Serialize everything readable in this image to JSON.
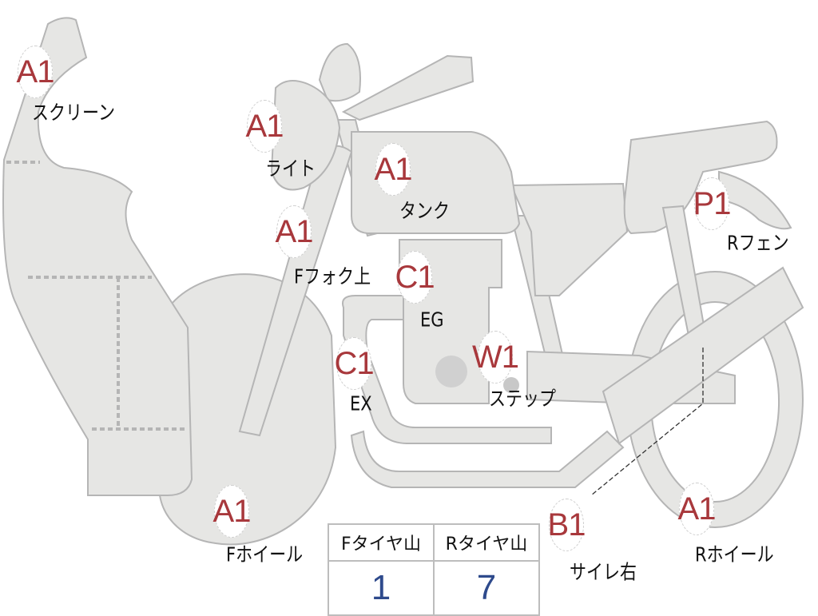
{
  "colors": {
    "part_fill": "#e6e6e4",
    "part_stroke": "#b5b5b5",
    "grade_text": "#a8383c",
    "value_text": "#2e4a8c"
  },
  "parts": [
    {
      "name": "screen",
      "grade": "A1",
      "label": "スクリーン"
    },
    {
      "name": "light",
      "grade": "A1",
      "label": "ライト"
    },
    {
      "name": "tank",
      "grade": "A1",
      "label": "タンク"
    },
    {
      "name": "front-fork-upper",
      "grade": "A1",
      "label": "Fフォク上"
    },
    {
      "name": "engine",
      "grade": "C1",
      "label": "EG"
    },
    {
      "name": "exhaust",
      "grade": "C1",
      "label": "EX"
    },
    {
      "name": "step",
      "grade": "W1",
      "label": "ステップ"
    },
    {
      "name": "rear-fender",
      "grade": "P1",
      "label": "Rフェン"
    },
    {
      "name": "front-wheel",
      "grade": "A1",
      "label": "Fホイール"
    },
    {
      "name": "rear-wheel",
      "grade": "A1",
      "label": "Rホイール"
    },
    {
      "name": "silencer-right",
      "grade": "B1",
      "label": "サイレ右"
    }
  ],
  "tire_tread": {
    "headers": [
      "Fタイヤ山",
      "Rタイヤ山"
    ],
    "values": [
      "1",
      "7"
    ]
  }
}
